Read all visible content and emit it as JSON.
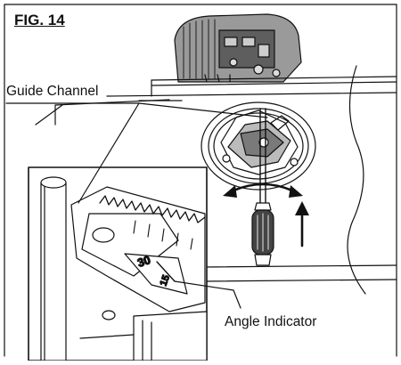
{
  "figure": {
    "title": "FIG. 14",
    "callouts": {
      "guide_channel": "Guide Channel",
      "angle_indicator": "Angle Indicator"
    },
    "scale_marks": {
      "mark_30": "30",
      "mark_15": "15"
    },
    "colors": {
      "ink": "#111111",
      "paper": "#ffffff",
      "motor_fill": "#8a8a8a",
      "screwdriver_grip": "#333333"
    },
    "icons": [
      "motor-illustration",
      "screwdriver-icon",
      "double-arrow-icon",
      "up-arrow-icon",
      "detail-inset-illustration"
    ]
  }
}
